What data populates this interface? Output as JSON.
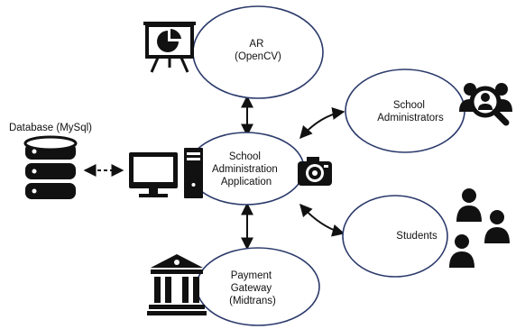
{
  "diagram": {
    "nodes": {
      "ar": {
        "lines": [
          "AR",
          "(OpenCV)"
        ]
      },
      "app": {
        "lines": [
          "School",
          "Administration",
          "Application"
        ]
      },
      "admins": {
        "lines": [
          "School",
          "Administrators"
        ]
      },
      "students": {
        "lines": [
          "Students"
        ]
      },
      "payment": {
        "lines": [
          "Payment",
          "Gateway",
          "(Midtrans)"
        ]
      },
      "database": {
        "label": "Database (MySql)"
      }
    },
    "icons": [
      "presentation-icon",
      "database-icon",
      "computer-icon",
      "camera-icon",
      "admin-search-icon",
      "students-icon",
      "bank-icon"
    ],
    "colors": {
      "ellipse_stroke": "#2b3a6b",
      "icon": "#111111"
    }
  }
}
